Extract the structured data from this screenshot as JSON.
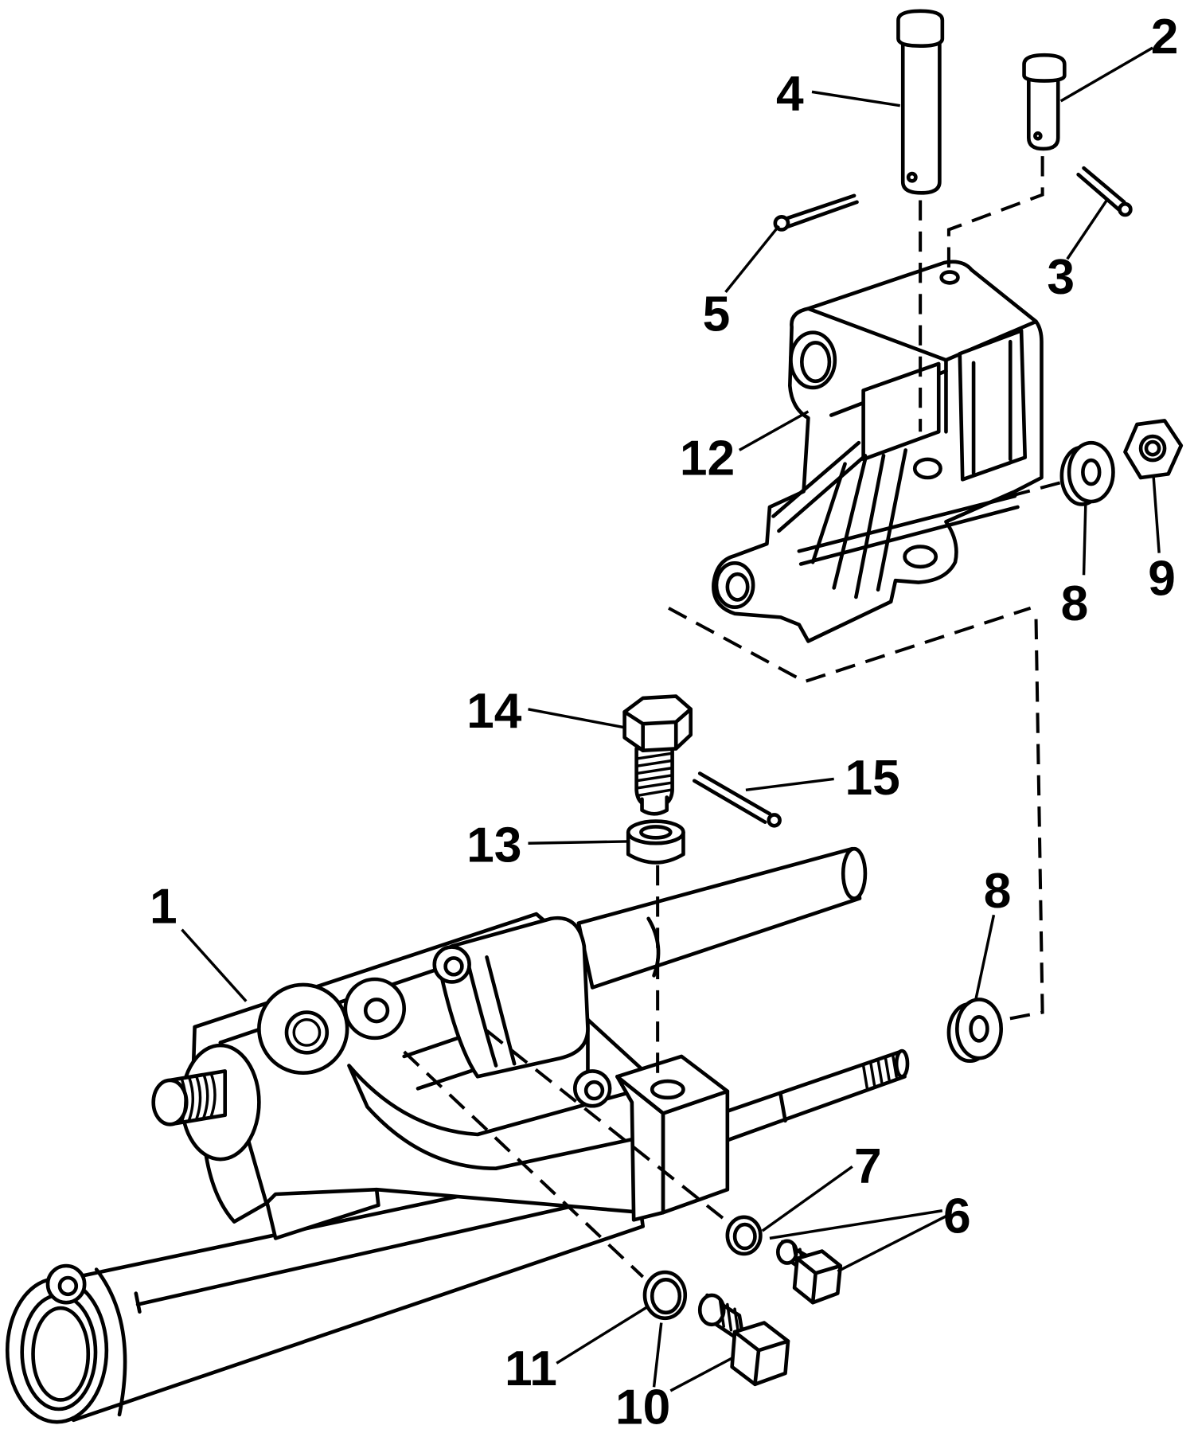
{
  "diagram": {
    "colors": {
      "line": "#000000",
      "background": "#ffffff"
    }
  },
  "callouts": [
    "4",
    "2",
    "5",
    "3",
    "12",
    "8",
    "9",
    "14",
    "15",
    "13",
    "1",
    "8",
    "7",
    "6",
    "11",
    "10"
  ]
}
